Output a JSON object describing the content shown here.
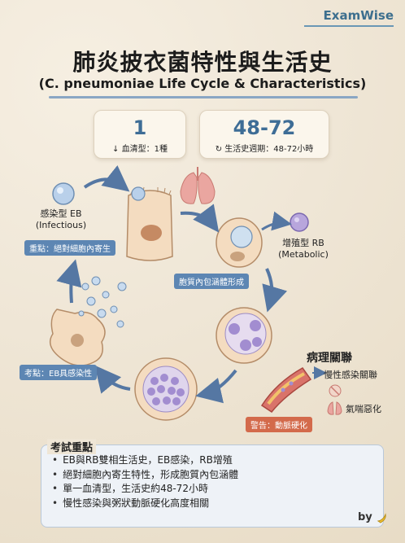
{
  "brand": "ExamWise",
  "title": "肺炎披衣菌特性與生活史",
  "subtitle": "(C. pneumoniae Life Cycle & Characteristics)",
  "stats": [
    {
      "value": "1",
      "icon": "down-arrow-icon",
      "label": "↓ 血清型：1種"
    },
    {
      "value": "48-72",
      "icon": "cycle-arrow-icon",
      "label": "↻ 生活史週期：48-72小時"
    }
  ],
  "diagram": {
    "eb_label_line1": "感染型 EB",
    "eb_label_line2": "(Infectious)",
    "rb_label_line1": "增殖型 RB",
    "rb_label_line2": "(Metabolic)",
    "tag_intracellular": "重點：絕對細胞內寄生",
    "tag_inclusion": "胞質內包涵體形成",
    "tag_eb_infectious": "考點：EB具感染性",
    "pathology_title": "病理關聯",
    "chronic_label": "慢性感染關聯",
    "asthma_label": "氣喘惡化",
    "warning_tag": "警告：動脈硬化"
  },
  "key_points": {
    "title": "考試重點",
    "items": [
      "EB與RB雙相生活史，EB感染，RB增殖",
      "絕對細胞內寄生特性，形成胞質內包涵體",
      "單一血清型，生活史約48-72小時",
      "慢性感染與粥狀動脈硬化高度相關"
    ]
  },
  "footer": {
    "by": "by"
  },
  "colors": {
    "accent": "#3e6d96",
    "tag_blue": "#5d86b3",
    "tag_red": "#d36a4b",
    "eb": "#9fbde0",
    "rb": "#a795cf"
  }
}
